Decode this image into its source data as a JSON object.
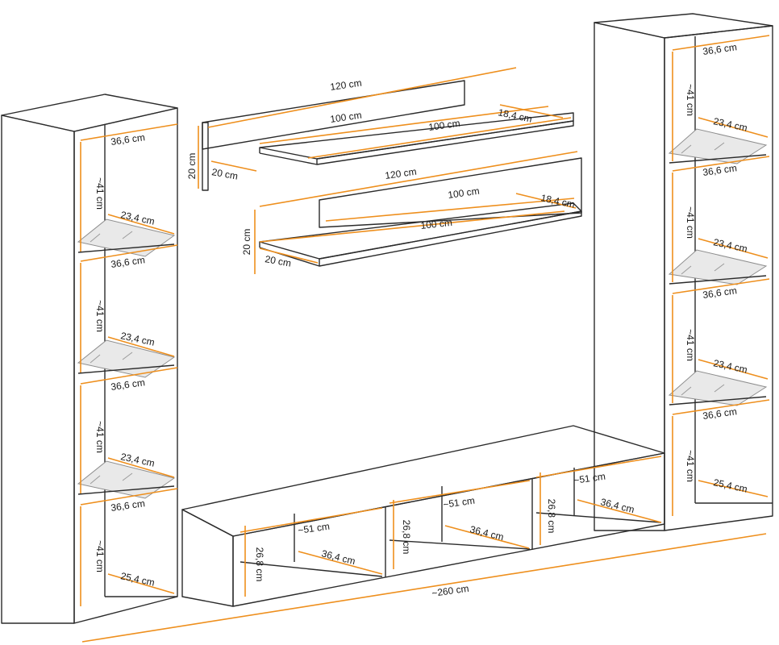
{
  "colors": {
    "outline": "#2b2b2b",
    "dimension": "#ee8f1d",
    "glass": "#e9e9e9",
    "text": "#1a1a1a"
  },
  "shelf_top": {
    "width": "120 cm",
    "height": "20 cm",
    "depth": "20 cm",
    "shelf_width": "100 cm",
    "shelf_inner": "100 cm",
    "shelf_depth": "18,4 cm"
  },
  "shelf_bottom": {
    "width": "120 cm",
    "height": "20 cm",
    "depth": "20 cm",
    "shelf_width": "100 cm",
    "shelf_inner": "100 cm",
    "shelf_depth": "18,4 cm"
  },
  "left_cabinet": {
    "widths": [
      "36,6 cm",
      "36,6 cm",
      "36,6 cm",
      "36,6 cm"
    ],
    "glass": [
      "23,4 cm",
      "23,4 cm",
      "23,4 cm"
    ],
    "heights": [
      "~41 cm",
      "~41 cm",
      "~41 cm",
      "~41 cm"
    ],
    "depth": "25,4 cm"
  },
  "right_cabinet": {
    "widths": [
      "36,6 cm",
      "36,6 cm",
      "36,6 cm",
      "36,6 cm"
    ],
    "glass": [
      "23,4 cm",
      "23,4 cm",
      "23,4 cm"
    ],
    "heights": [
      "~41 cm",
      "~41 cm",
      "~41 cm",
      "~41 cm"
    ],
    "depth": "25,4 cm"
  },
  "tv_unit": {
    "compartments": [
      {
        "width": "~51 cm",
        "depth": "36,4 cm",
        "height": "26,8 cm"
      },
      {
        "width": "~51 cm",
        "depth": "36,4 cm",
        "height": "26,8 cm"
      },
      {
        "width": "~51 cm",
        "depth": "36,4 cm",
        "height": "26,8 cm"
      }
    ]
  },
  "total_width": "~260 cm"
}
